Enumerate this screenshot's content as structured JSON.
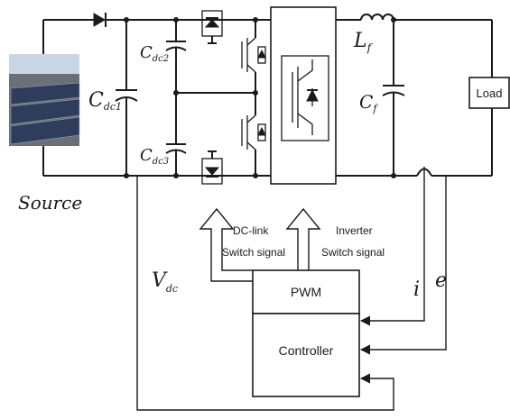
{
  "labels": {
    "source": "Source",
    "cdc1_main": "C",
    "cdc1_sub": "dc1",
    "cdc2_main": "C",
    "cdc2_sub": "dc2",
    "cdc3_main": "C",
    "cdc3_sub": "dc3",
    "lf_main": "L",
    "lf_sub": "f",
    "cf_main": "C",
    "cf_sub": "f",
    "load": "Load",
    "vdc_main": "V",
    "vdc_sub": "dc",
    "i": "i",
    "e": "e",
    "dclink_line1": "DC-link",
    "dclink_line2": "Switch signal",
    "inverter_line1": "Inverter",
    "inverter_line2": "Switch signal",
    "pwm": "PWM",
    "controller": "Controller"
  },
  "colors": {
    "line": "#1a1a1a",
    "panel_sky": "#c9d6e6",
    "panel_ground": "#6a6f78",
    "panel_cells": "#2f3d5c"
  }
}
